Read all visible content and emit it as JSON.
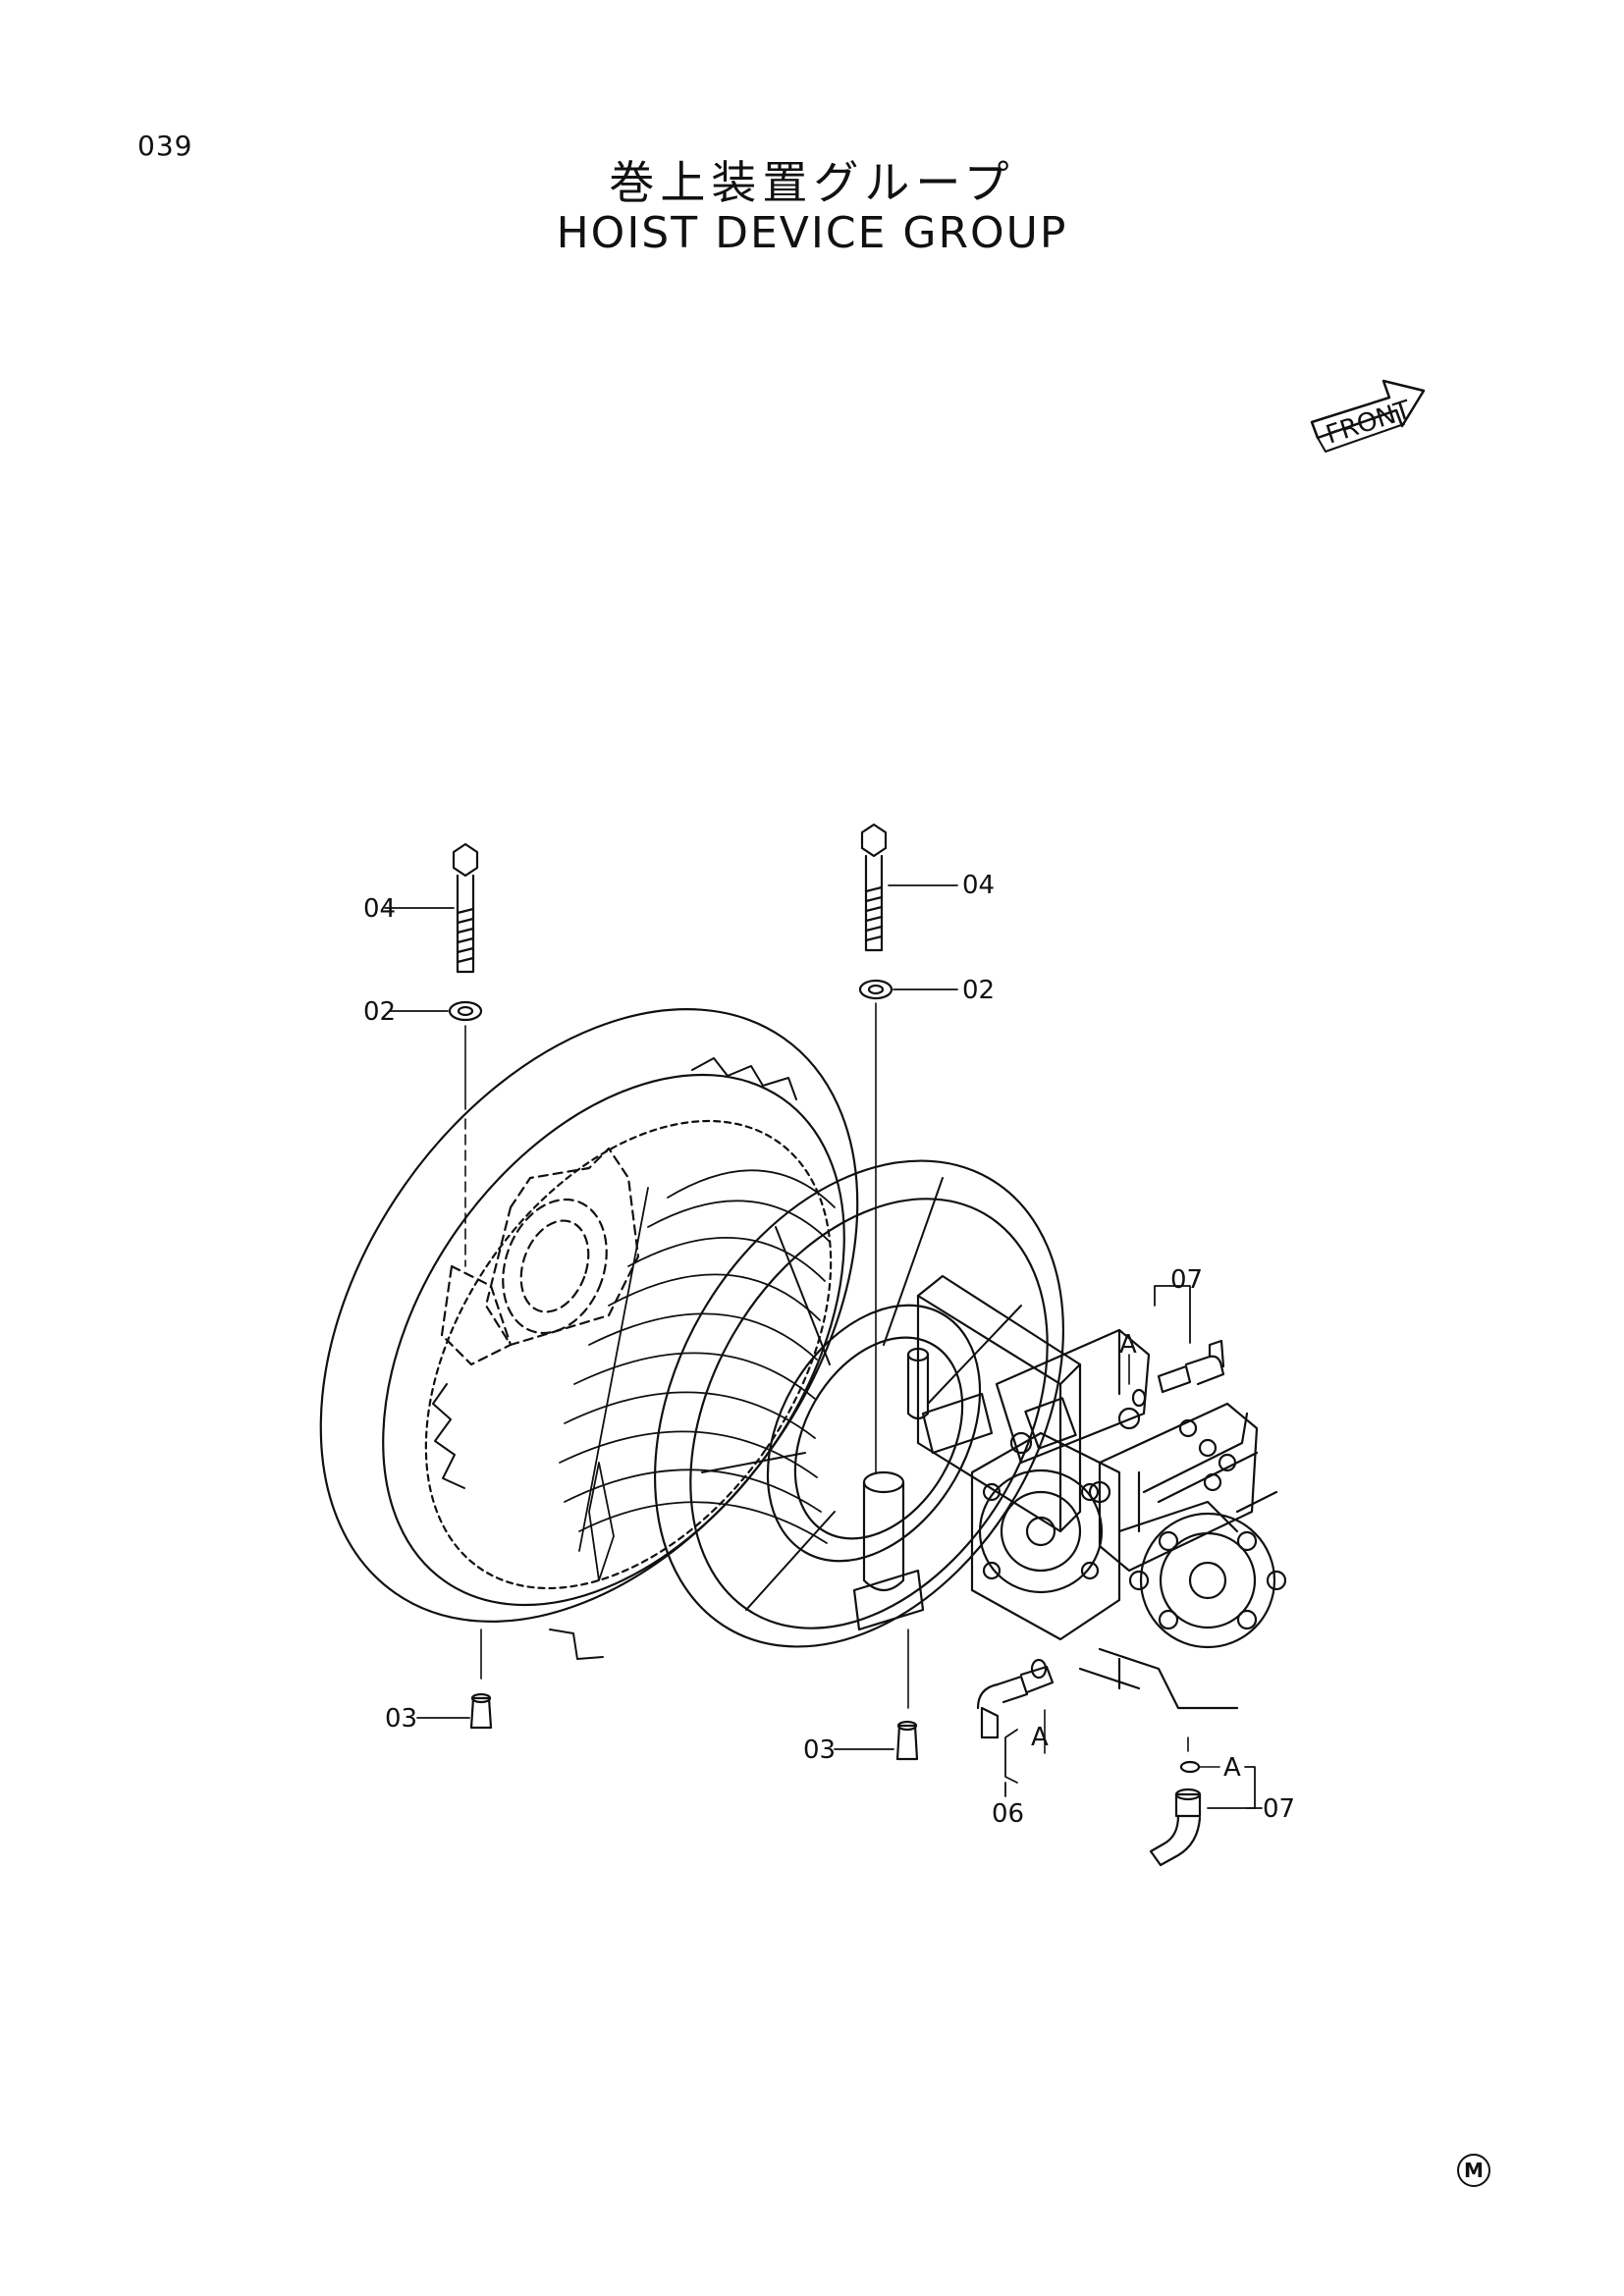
{
  "page_number": "039",
  "title_ja": "巻上装置グループ",
  "title_en": "HOIST DEVICE GROUP",
  "front_label": "FRONT",
  "callouts": {
    "bolt_left": "04",
    "bolt_right": "04",
    "washer_left": "02",
    "washer_right": "02",
    "nut_left": "03",
    "nut_right": "03",
    "elbow_upper": "07",
    "elbow_lower": "07",
    "elbow_middle": "06",
    "oring_upper": "A",
    "oring_middle": "A",
    "oring_lower": "A"
  },
  "marker": "M"
}
